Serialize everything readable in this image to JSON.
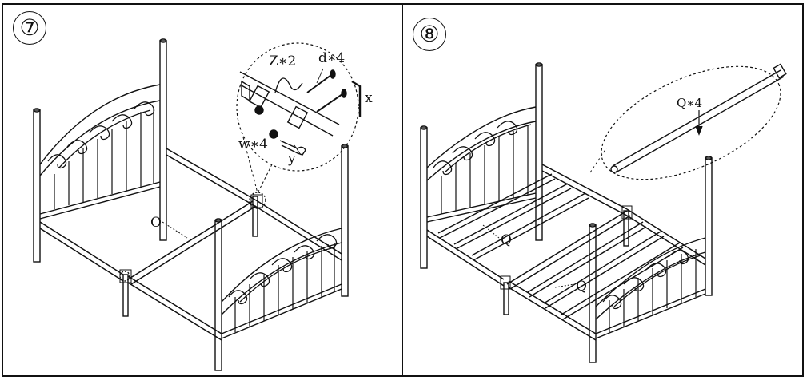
{
  "steps": [
    {
      "number": "⑦",
      "parts": {
        "z": "Z∗2",
        "d": "d∗4",
        "x": "x",
        "w": "w∗4",
        "y": "y",
        "o": "O"
      }
    },
    {
      "number": "⑧",
      "parts": {
        "q_detail": "Q∗4",
        "q1": "Q",
        "q2": "Q"
      }
    }
  ],
  "colors": {
    "line": "#111111",
    "background": "#ffffff"
  },
  "icons": [
    "scroll-headboard-illustration",
    "hex-key-icon",
    "bolt-icon",
    "washer-icon",
    "wrench-icon",
    "arrow-down-icon"
  ]
}
